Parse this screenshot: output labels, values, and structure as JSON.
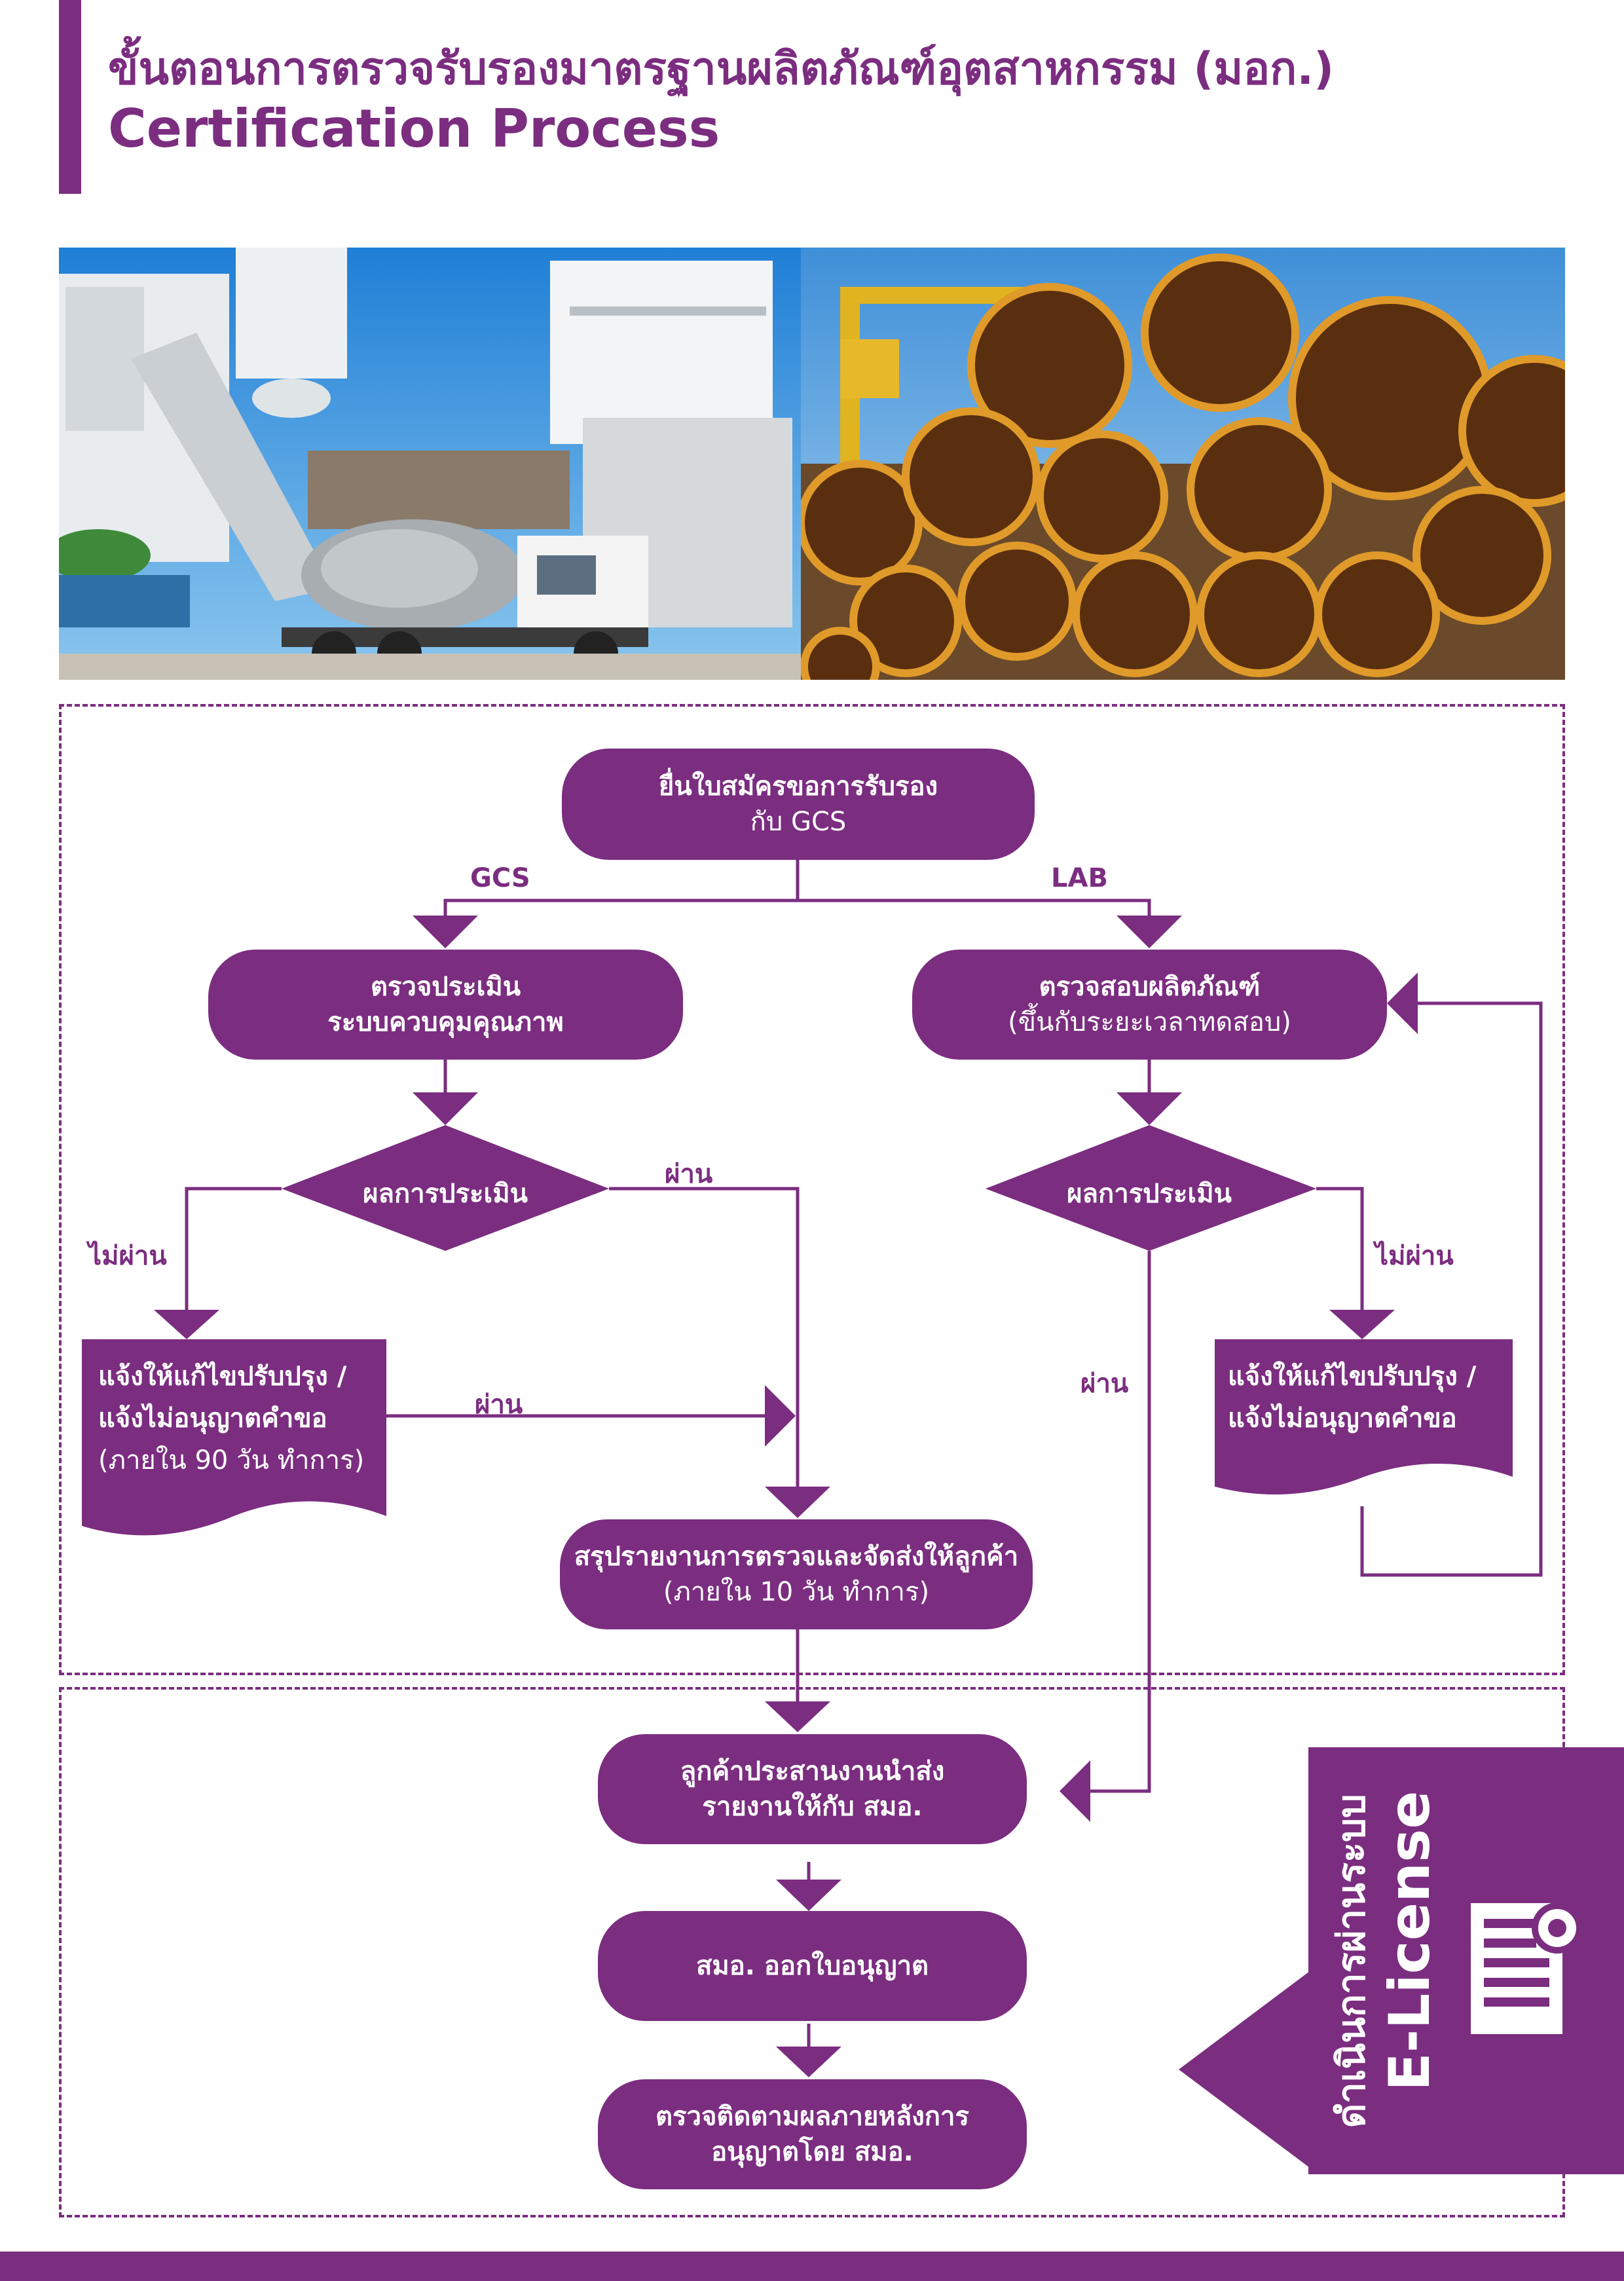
{
  "header": {
    "title_th": "ขั้นตอนการตรวจรับรองมาตรฐานผลิตภัณฑ์อุตสาหกรรม (มอก.)",
    "title_en": "Certification Process"
  },
  "photos": {
    "left_icon": "cement-mixer-truck-photo",
    "right_icon": "steel-pipes-photo"
  },
  "flow": {
    "apply": {
      "line1": "ยื่นใบสมัครขอการรับรอง",
      "line2": "กับ GCS"
    },
    "branch_gcs": "GCS",
    "branch_lab": "LAB",
    "assess_system": {
      "line1": "ตรวจประเมิน",
      "line2": "ระบบควบคุมคุณภาพ"
    },
    "test_product": {
      "line1": "ตรวจสอบผลิตภัณฑ์",
      "line2": "(ขึ้นกับระยะเวลาทดสอบ)"
    },
    "result_left": "ผลการประเมิน",
    "result_right": "ผลการประเมิน",
    "pass_left_top": "ผ่าน",
    "fail_left": "ไม่ผ่าน",
    "fail_right": "ไม่ผ่าน",
    "pass_right": "ผ่าน",
    "pass_left_mid": "ผ่าน",
    "notify_left": {
      "line1": "แจ้งให้แก้ไขปรับปรุง /",
      "line2": "แจ้งไม่อนุญาตคำขอ",
      "line3": "(ภายใน 90 วัน ทำการ)"
    },
    "notify_right": {
      "line1": "แจ้งให้แก้ไขปรับปรุง /",
      "line2": "แจ้งไม่อนุญาตคำขอ"
    },
    "summary": {
      "line1": "สรุปรายงานการตรวจและจัดส่งให้ลูกค้า",
      "line2": "(ภายใน 10 วัน ทำการ)"
    },
    "customer_submit": {
      "line1": "ลูกค้าประสานงานนำส่ง",
      "line2": "รายงานให้กับ สมอ."
    },
    "tisi_issue": "สมอ. ออกใบอนุญาต",
    "follow_up": {
      "line1": "ตรวจติดตามผลภายหลังการ",
      "line2": "อนุญาตโดย สมอ."
    }
  },
  "elicense": {
    "line_th": "ดำเนินการผ่านระบบ",
    "line_en": "E-License",
    "icon": "certificate-document-icon"
  },
  "colors": {
    "accent": "#7b2d80",
    "background": "#ffffff",
    "text_light": "#ffffff"
  }
}
